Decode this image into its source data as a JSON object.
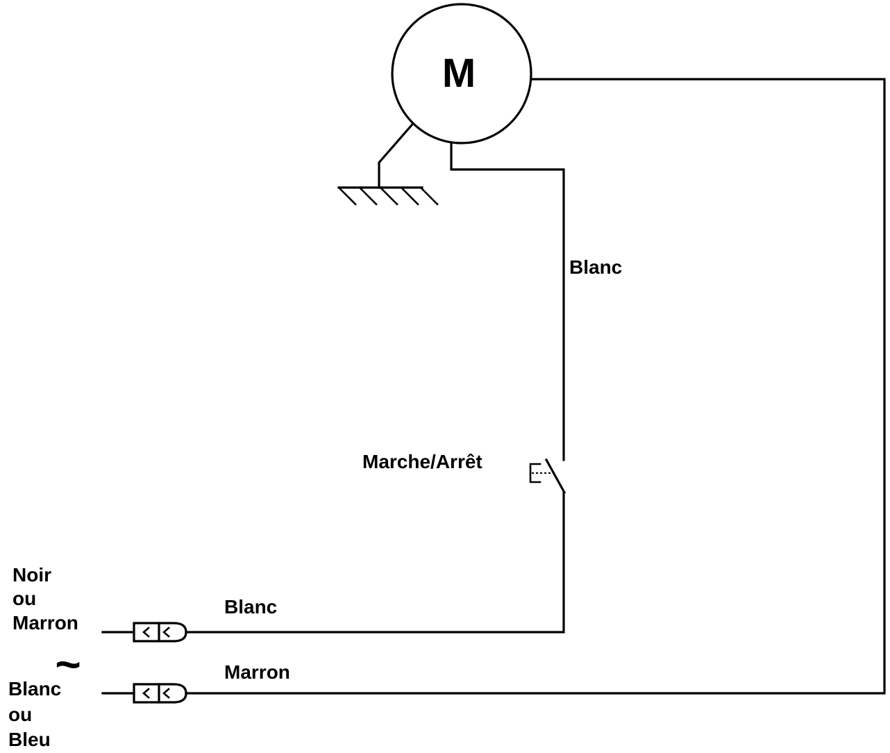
{
  "motor": {
    "symbol": "M"
  },
  "labels": {
    "wire_top_right": "Blanc",
    "switch": "Marche/Arrêt",
    "wire_upper_plug": "Blanc",
    "wire_lower_plug": "Marron",
    "ac_symbol": "~"
  },
  "terminals": {
    "upper": [
      "Noir",
      "ou",
      "Marron"
    ],
    "lower": [
      "Blanc",
      "ou",
      "Bleu"
    ]
  },
  "icons": [
    "motor-icon",
    "ground-icon",
    "switch-icon",
    "connector-icon"
  ]
}
